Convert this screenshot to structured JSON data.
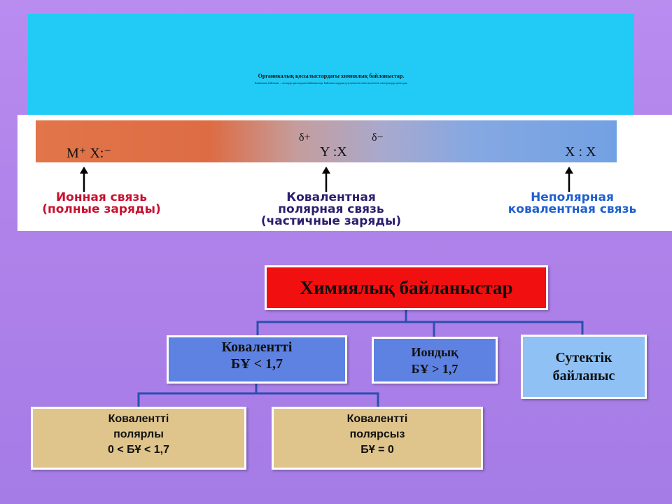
{
  "header": {
    "title": "Органикалық қосылыстардағы химиялық байланыстар.",
    "subtitle": "Химиялық байланыс – атомдар арасындағы байланыстар. Байланыстардың түзілуіне негізінен валенттік электрондар қатысады."
  },
  "bond_scale": {
    "ionic_formula": "M⁺ X:⁻",
    "polar_formula": "Y :X",
    "delta_plus": "δ+",
    "delta_minus": "δ−",
    "nonpolar_formula": "X : X",
    "ionic_label": [
      "Ионная связь",
      "(полные заряды)"
    ],
    "polar_label": [
      "Ковалентная",
      "полярная связь",
      "(частичные заряды)"
    ],
    "nonpolar_label": [
      "Неполярная",
      "ковалентная связь"
    ],
    "colors": {
      "ionic": "#c8102e",
      "polar": "#2c1e6e",
      "nonpolar": "#1f5fd1"
    }
  },
  "tree": {
    "root": "Химиялық байланыстар",
    "covalent": [
      "Коваленттi",
      "БҰ < 1,7"
    ],
    "ionic": [
      "Иондық",
      "БҰ > 1,7"
    ],
    "hydrogen": [
      "Сутектік",
      "байланыс"
    ],
    "covalent_polar": [
      "Коваленттi",
      "полярлы",
      "0 < БҰ < 1,7"
    ],
    "covalent_nonpolar": [
      "Коваленттi",
      "полярсыз",
      "БҰ = 0"
    ]
  }
}
